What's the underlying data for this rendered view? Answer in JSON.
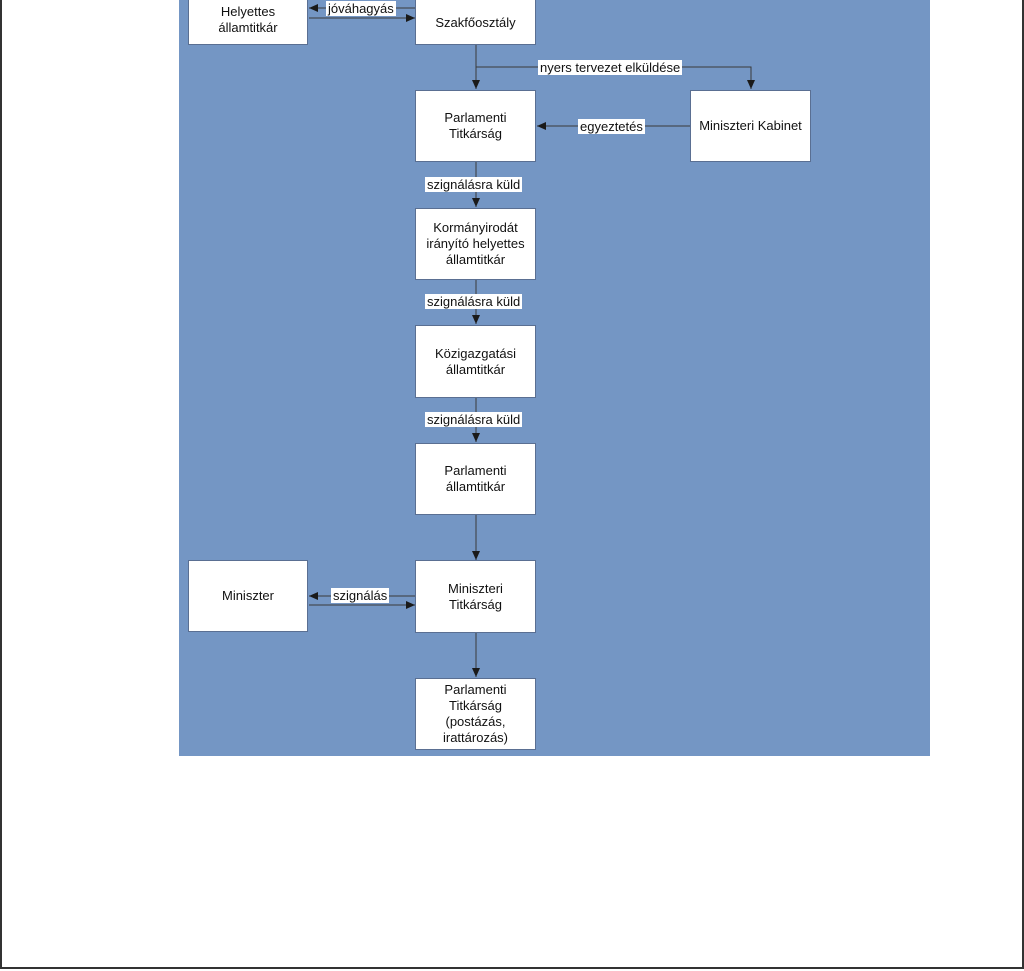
{
  "colors": {
    "diagram_background": "#7496c4",
    "box_fill": "#ffffff",
    "connector": "#3a3a3a"
  },
  "nodes": {
    "helyettes": "Helyettes\nállamtitkár",
    "szakfoosztaly": "Szakfőosztály",
    "parlamenti_titkarsag_1": "Parlamenti\nTitkárság",
    "miniszteri_kabinet": "Miniszteri Kabinet",
    "kormanyirodat": "Kormányirodát\nirányító helyettes\nállamtitkár",
    "kozigazgatasi": "Közigazgatási\nállamtitkár",
    "parlamenti_allamtitkar": "Parlamenti\nállamtitkár",
    "miniszter": "Miniszter",
    "miniszteri_titkarsag": "Miniszteri\nTitkárság",
    "parlamenti_titkarsag_2": "Parlamenti\nTitkárság\n(postázás,\nirattározás)"
  },
  "edge_labels": {
    "jovahagyas": "jóváhagyás",
    "nyers_tervezet": "nyers tervezet elküldése",
    "egyeztetes": "egyeztetés",
    "szignalasra_1": "szignálásra küld",
    "szignalasra_2": "szignálásra küld",
    "szignalasra_3": "szignálásra küld",
    "szignalas": "szignálás"
  }
}
